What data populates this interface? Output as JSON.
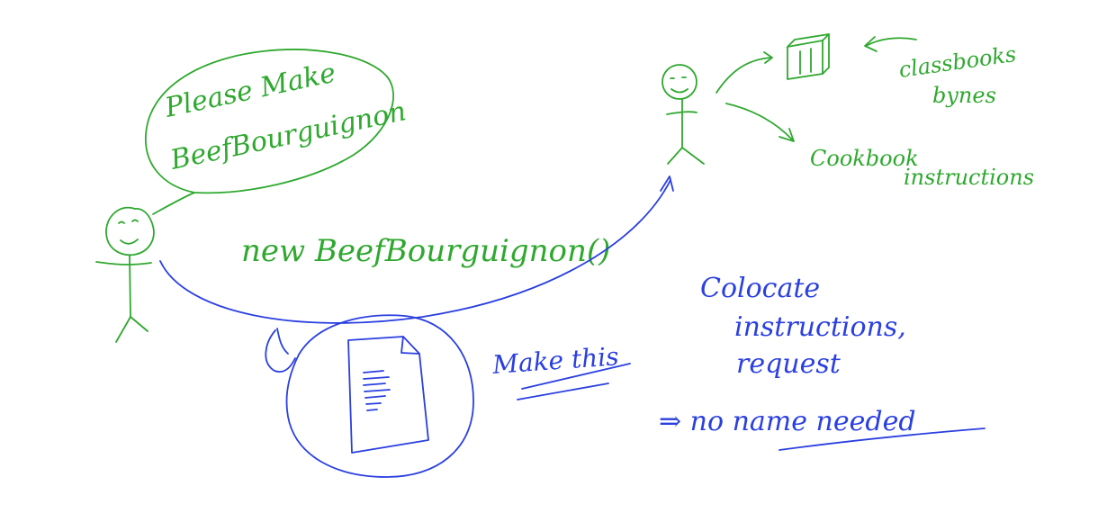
{
  "colors": {
    "green_ink": "#2fa82f",
    "blue_ink": "#2a3fe0",
    "background": "#ffffff"
  },
  "speech_bubble": {
    "line1": "Please Make",
    "line2": "BeefBourguignon"
  },
  "arrow_label": "new BeefBourguignon()",
  "chef_annotations": {
    "cookbook_label_line1": "classbooks",
    "cookbook_label_line2": "bynes",
    "instructions_label_line1": "Cookbook",
    "instructions_label_line2": "instructions"
  },
  "document_label": "Make this",
  "notes": {
    "line1": "Colocate",
    "line2": "instructions,",
    "line3": "request",
    "line4": "⇒ no name needed"
  }
}
